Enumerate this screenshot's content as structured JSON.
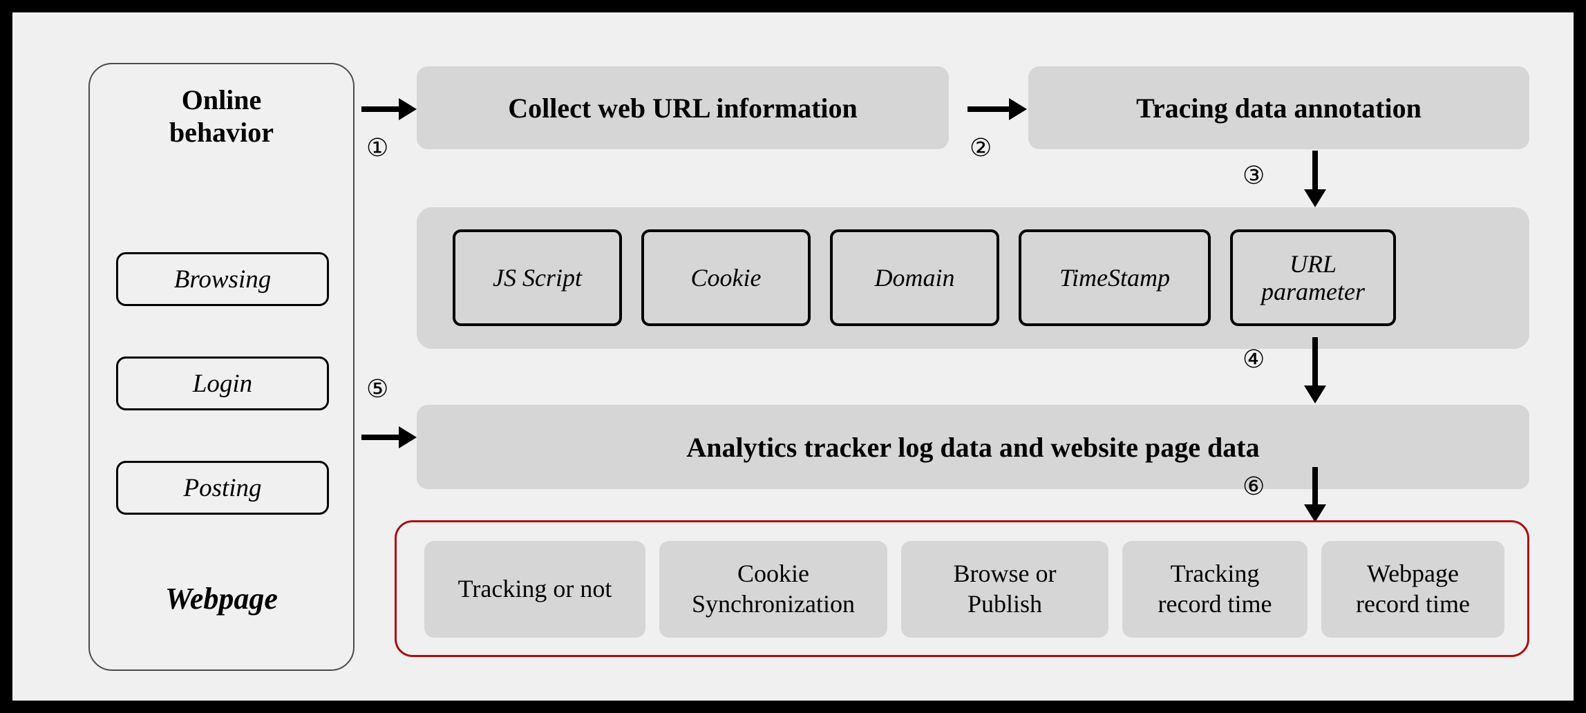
{
  "figure": {
    "frame_color": "#000000",
    "background": "#f0f0f0",
    "block_fill": "#d6d6d6",
    "highlight_border": "#b00c0c"
  },
  "panel": {
    "title": "Online\nbehavior",
    "behaviors": [
      {
        "label": "Browsing"
      },
      {
        "label": "Login"
      },
      {
        "label": "Posting"
      }
    ],
    "footer": "Webpage"
  },
  "pipeline": {
    "collect": "Collect web URL information",
    "tracing": "Tracing data annotation",
    "analytics": "Analytics tracker log data and website page data"
  },
  "tags": [
    {
      "label": "JS Script"
    },
    {
      "label": "Cookie"
    },
    {
      "label": "Domain"
    },
    {
      "label": "TimeStamp"
    },
    {
      "label": "URL\nparameter"
    }
  ],
  "outcomes": [
    {
      "label": "Tracking or not"
    },
    {
      "label": "Cookie\nSynchronization"
    },
    {
      "label": "Browse or\nPublish"
    },
    {
      "label": "Tracking\nrecord time"
    },
    {
      "label": "Webpage\nrecord time"
    }
  ],
  "steps": [
    {
      "id": "1",
      "marker": "①"
    },
    {
      "id": "2",
      "marker": "②"
    },
    {
      "id": "3",
      "marker": "③"
    },
    {
      "id": "4",
      "marker": "④"
    },
    {
      "id": "5",
      "marker": "⑤"
    },
    {
      "id": "6",
      "marker": "⑥"
    }
  ]
}
